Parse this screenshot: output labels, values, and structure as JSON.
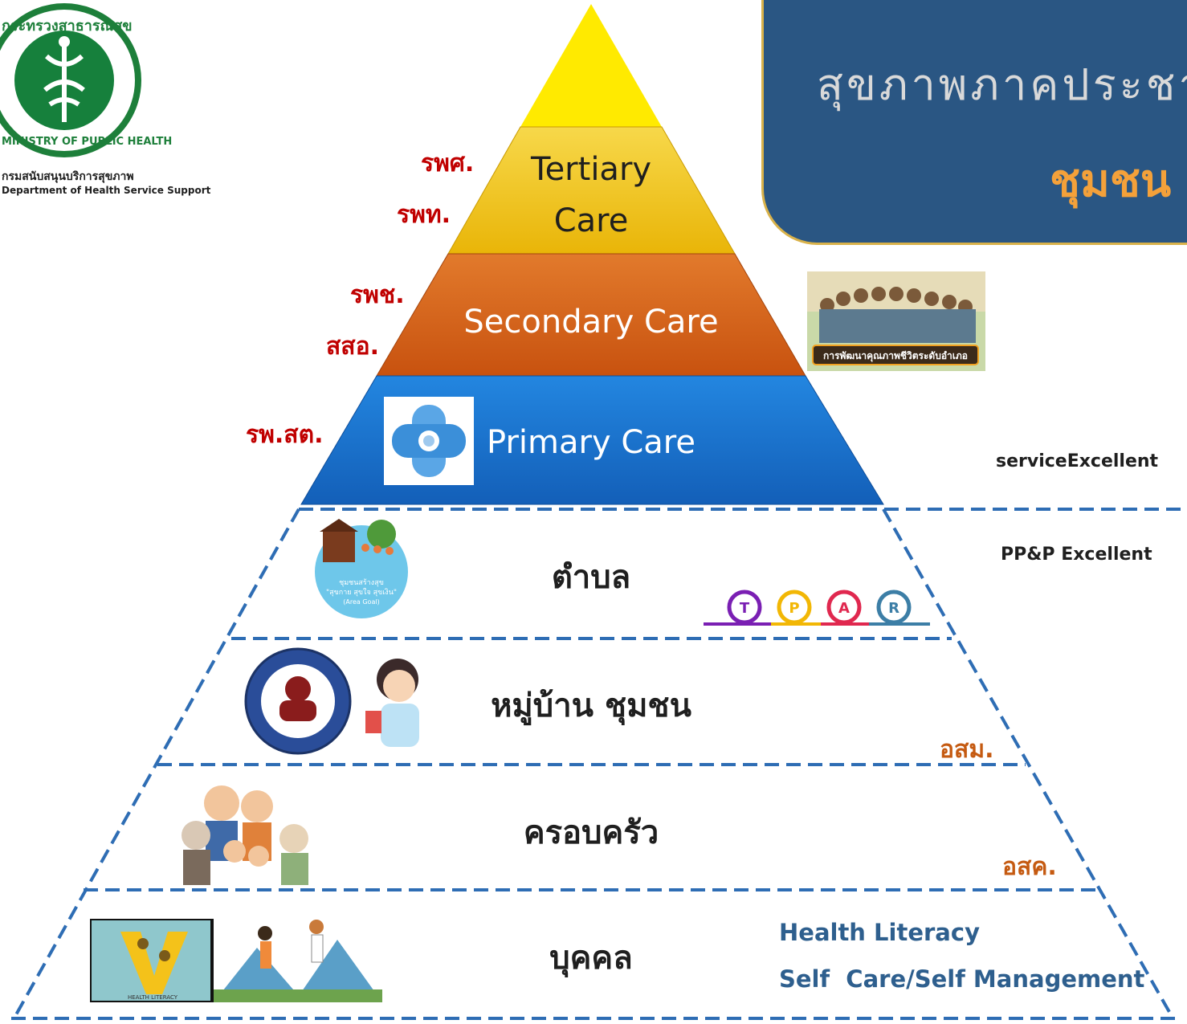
{
  "logo": {
    "thai_ring_text": "กระทรวงสาธารณสุข",
    "english_ring_text": "MINISTRY OF PUBLIC HEALTH",
    "dept_thai": "กรมสนับสนุนบริการสุขภาพ",
    "dept_english": "Department of Health Service Support"
  },
  "title": {
    "line1": "สุขภาพภาคประชาชน",
    "line2": "ชุมชน"
  },
  "pyramid": {
    "tertiary": [
      "Tertiary",
      "Care"
    ],
    "secondary": "Secondary Care",
    "primary": "Primary Care",
    "tambon": "ตำบล",
    "village": "หมู่บ้าน ชุมชน",
    "family": "ครอบครัว",
    "individual": "บุคคล"
  },
  "facilities": {
    "rpsh": "รพศ.",
    "rpt": "รพท.",
    "rpch": "รพช.",
    "ssor": "สสอ.",
    "rpsot": "รพ.สต."
  },
  "notes": {
    "service_excellent": "serviceExcellent",
    "ppp_excellent": "PP&P Excellent",
    "osm": "อสม.",
    "osk": "อสค.",
    "health_literacy": "Health Literacy",
    "self_care": "Self  Care/Self Management"
  },
  "tpar": [
    "T",
    "P",
    "A",
    "R"
  ],
  "image_captions": {
    "district_banner": "การพัฒนาคุณภาพชีวิตระดับอำเภอ",
    "area_goal_line1": "ชุมชนสร้างสุข",
    "area_goal_line2": "\"สุขกาย สุขใจ สุขเงิน\"",
    "area_goal_line3": "(Area Goal)",
    "health_literacy_badge": "HEALTH LITERACY"
  },
  "colors": {
    "apex": "#ffea00",
    "tertiary": "#f2c10f",
    "secondary": "#d9601a",
    "primary": "#1a6fcc",
    "dash": "#2e6db4",
    "title_bg": "#2a5683",
    "title_line1": "#d9d9d9",
    "title_line2": "#f4a13a",
    "facility_red": "#c00000",
    "orange_note": "#c55a11",
    "blue_note": "#2e5f8e"
  }
}
